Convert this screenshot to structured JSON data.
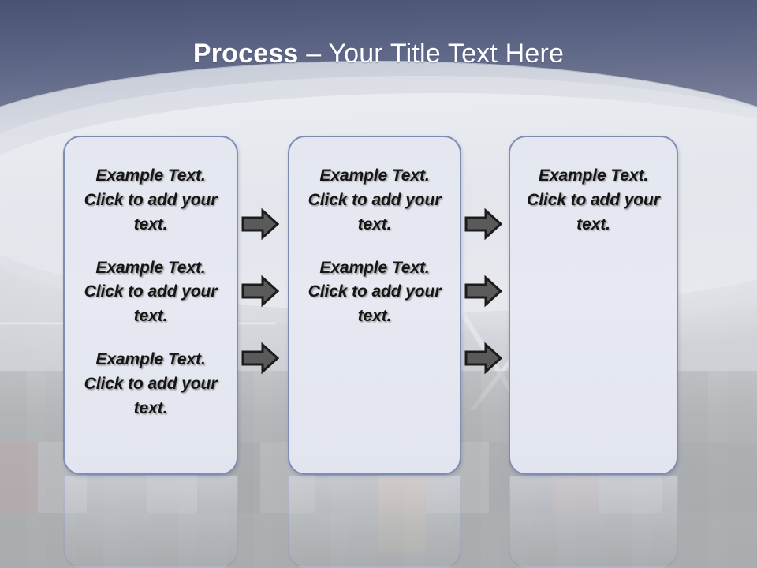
{
  "slide": {
    "title_strong": "Process",
    "title_rest": " – Your Title Text Here",
    "title_full": "Process – Your Title Text Here"
  },
  "theme": {
    "header_top_color": "#4a5273",
    "header_bottom_color": "#8a90a8",
    "title_color": "#ffffff",
    "box_fill": "#e5e8f0",
    "box_border": "#7f8cb4",
    "arrow_fill": "#5a5a5a",
    "arrow_border": "#1c1c1c",
    "background_color": "#d9dde6"
  },
  "process": {
    "columns": [
      {
        "name": "column-1",
        "paragraphs": [
          "Example Text. Click  to add your text.",
          "Example Text. Click  to add your text.",
          "Example Text. Click  to add your text."
        ]
      },
      {
        "name": "column-2",
        "paragraphs": [
          "Example Text. Click  to add your text.",
          "Example Text. Click  to add your text."
        ]
      },
      {
        "name": "column-3",
        "paragraphs": [
          "Example Text. Click  to add your text."
        ]
      }
    ],
    "connector_groups": [
      {
        "name": "connectors-1-to-2",
        "count": 3,
        "direction": "right"
      },
      {
        "name": "connectors-2-to-3",
        "count": 3,
        "direction": "right"
      }
    ]
  }
}
